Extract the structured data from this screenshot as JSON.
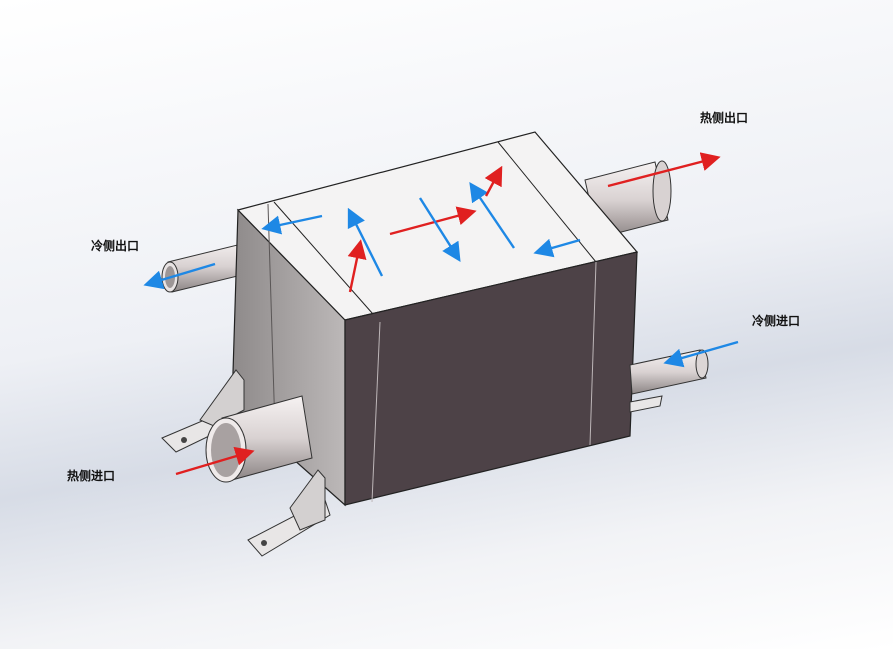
{
  "labels": {
    "hot_outlet": "热侧出口",
    "cold_outlet": "冷侧出口",
    "cold_inlet": "冷侧进口",
    "hot_inlet": "热侧进口"
  },
  "colors": {
    "hot_arrow": "#e02020",
    "cold_arrow": "#1e88e5",
    "body_dark": "#4a3f44",
    "body_light": "#f4f3f3",
    "body_side": "#a09c9c"
  }
}
